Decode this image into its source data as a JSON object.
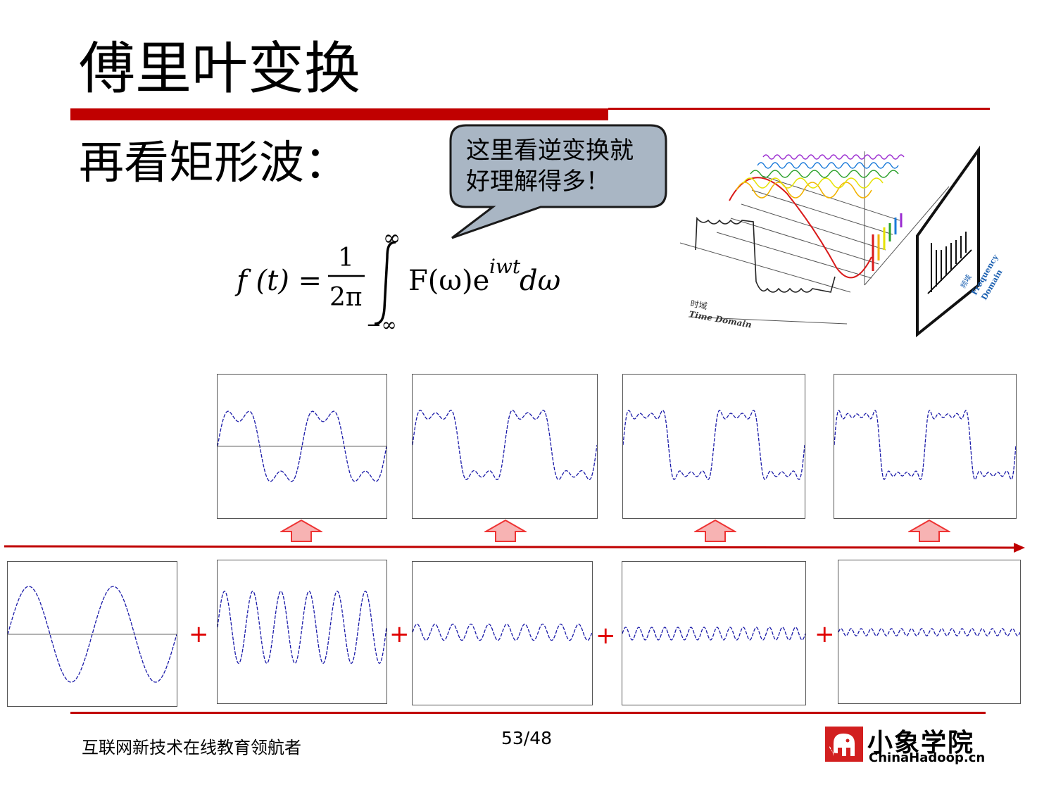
{
  "slide": {
    "title": "傅里叶变换",
    "subtitle": "再看矩形波：",
    "callout": {
      "line1": "这里看逆变换就",
      "line2": "好理解得多！"
    },
    "formula": {
      "lhs": "f (t) =",
      "frac_num": "1",
      "frac_den": "2π",
      "upper_limit": "∞",
      "lower_limit": "−∞",
      "integrand": "F(ω)e",
      "exponent": "iwt",
      "differential": "dω"
    },
    "illustration": {
      "time_label_cn": "时域",
      "time_label_en": "Time Domain",
      "freq_label_cn": "频域",
      "freq_label_en1": "Frequency",
      "freq_label_en2": "Domain"
    },
    "plus_sign": "+",
    "footer": {
      "slogan": "互联网新技术在线教育领航者",
      "page": "53/48",
      "brand": "小象学院",
      "site": "ChinaHadoop.cn"
    }
  },
  "colors": {
    "accent_red": "#c00000",
    "wave_blue": "#1a1aa8",
    "arrow_fill": "#f7b3b3",
    "callout_fill": "#a9b6c4"
  }
}
